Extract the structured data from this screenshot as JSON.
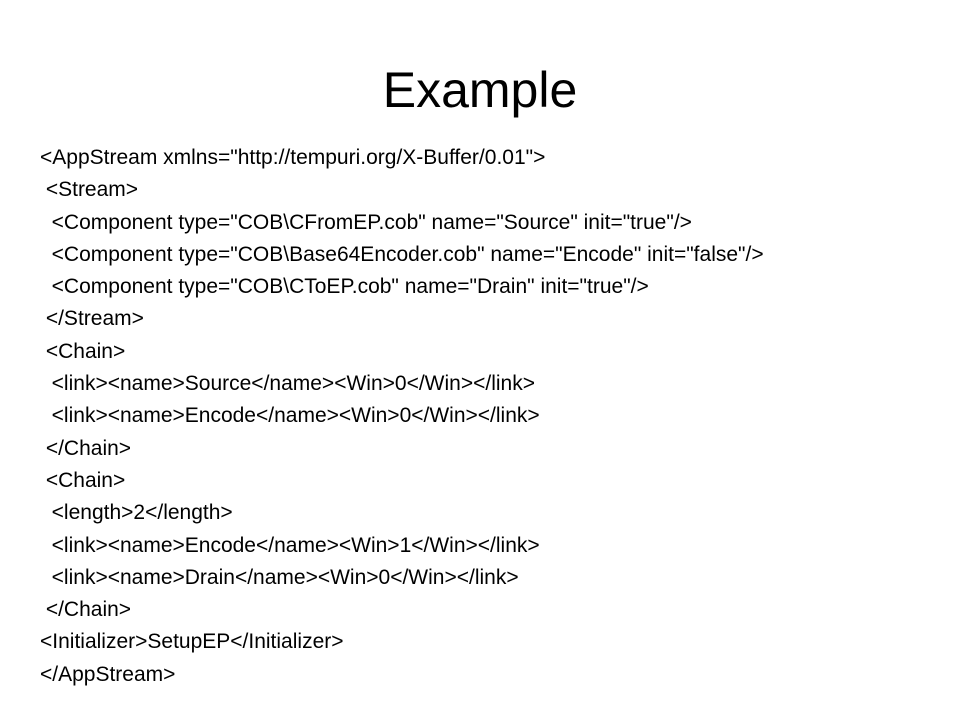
{
  "slide": {
    "title": "Example",
    "lines": [
      "<AppStream xmlns=\"http://tempuri.org/X-Buffer/0.01\">",
      " <Stream>",
      "  <Component type=\"COB\\CFromEP.cob\" name=\"Source\" init=\"true\"/>",
      "  <Component type=\"COB\\Base64Encoder.cob\" name=\"Encode\" init=\"false\"/>",
      "  <Component type=\"COB\\CToEP.cob\" name=\"Drain\" init=\"true\"/>",
      " </Stream>",
      " <Chain>",
      "  <link><name>Source</name><Win>0</Win></link>",
      "  <link><name>Encode</name><Win>0</Win></link>",
      " </Chain>",
      " <Chain>",
      "  <length>2</length>",
      "  <link><name>Encode</name><Win>1</Win></link>",
      "  <link><name>Drain</name><Win>0</Win></link>",
      " </Chain>",
      "<Initializer>SetupEP</Initializer>",
      "</AppStream>"
    ]
  }
}
